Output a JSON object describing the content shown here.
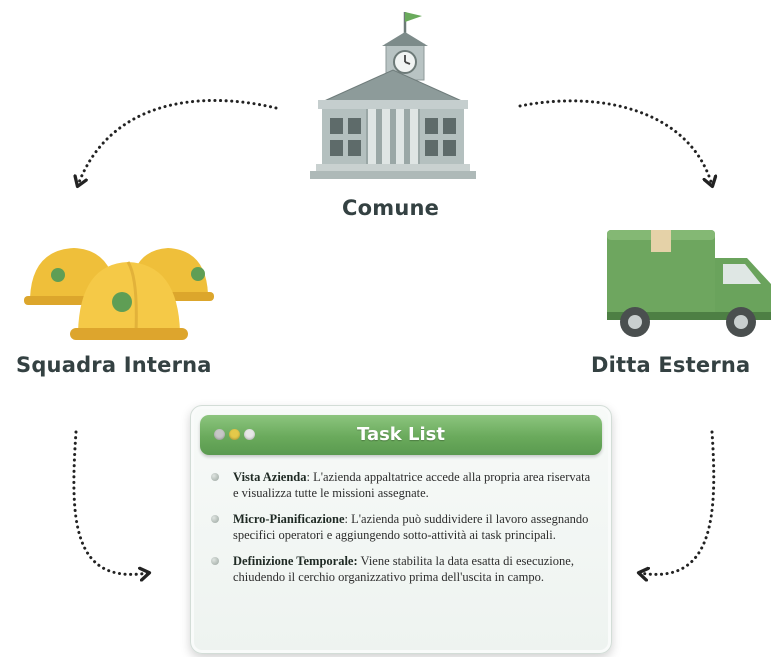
{
  "nodes": {
    "center": {
      "label": "Comune",
      "icon": "town-hall-icon"
    },
    "left": {
      "label": "Squadra Interna",
      "icon": "hard-hats-icon"
    },
    "right": {
      "label": "Ditta Esterna",
      "icon": "delivery-truck-icon"
    }
  },
  "task_card": {
    "title": "Task List",
    "items": [
      {
        "title": "Vista Azienda",
        "separator": ": ",
        "text": "L'azienda appaltatrice accede alla propria area riservata e visualizza tutte le missioni assegnate."
      },
      {
        "title": "Micro-Pianificazione",
        "separator": ": ",
        "text": "L'azienda può suddividere il lavoro assegnando specifici operatori e aggiungendo sotto-attività ai task principali."
      },
      {
        "title": "Definizione Temporale:",
        "separator": " ",
        "text": "Viene stabilita la data esatta di esecuzione, chiudendo il cerchio organizzativo prima dell'uscita in campo."
      }
    ]
  },
  "colors": {
    "accent_green": "#6aaa5c",
    "helmet_yellow": "#f2c53d",
    "label_text": "#344142",
    "window_dots": [
      "#c7c7c7",
      "#e4c94a",
      "#e7e7e7"
    ]
  }
}
